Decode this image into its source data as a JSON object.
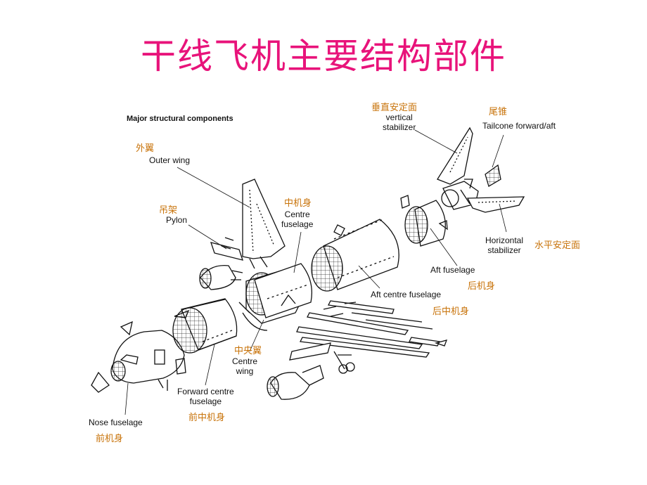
{
  "title": "干线飞机主要结构部件",
  "diagram_title": "Major structural components",
  "labels": {
    "outer_wing": {
      "en": "Outer wing",
      "zh": "外翼"
    },
    "pylon": {
      "en": "Pylon",
      "zh": "吊架"
    },
    "centre_fuselage": {
      "en": "Centre\nfuselage",
      "zh": "中机身"
    },
    "vertical_stabilizer": {
      "en": "vertical\nstabilizer",
      "zh": "垂直安定面"
    },
    "tailcone": {
      "en": "Tailcone forward/aft",
      "zh": "尾锥"
    },
    "horizontal_stabilizer": {
      "en": "Horizontal\nstabilizer",
      "zh": "水平安定面"
    },
    "aft_fuselage": {
      "en": "Aft fuselage",
      "zh": "后机身"
    },
    "aft_centre_fuselage": {
      "en": "Aft centre fuselage",
      "zh": "后中机身"
    },
    "centre_wing": {
      "en": "Centre\nwing",
      "zh": "中央翼"
    },
    "forward_centre_fuselage": {
      "en": "Forward centre\nfuselage",
      "zh": "前中机身"
    },
    "nose_fuselage": {
      "en": "Nose fuselage",
      "zh": "前机身"
    }
  }
}
